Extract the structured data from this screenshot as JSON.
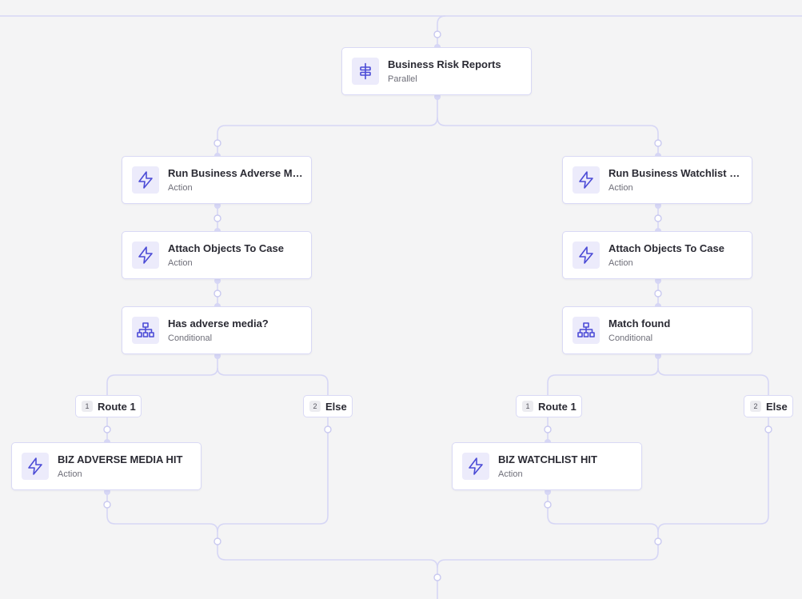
{
  "nodes": {
    "parallel": {
      "title": "Business Risk Reports",
      "subtitle": "Parallel",
      "icon": "parallel-icon"
    },
    "left_run": {
      "title": "Run Business Adverse Me...",
      "subtitle": "Action",
      "icon": "lightning-icon"
    },
    "left_attach": {
      "title": "Attach Objects To Case",
      "subtitle": "Action",
      "icon": "lightning-icon"
    },
    "left_cond": {
      "title": "Has adverse media?",
      "subtitle": "Conditional",
      "icon": "hierarchy-icon"
    },
    "left_hit": {
      "title": "BIZ ADVERSE MEDIA HIT",
      "subtitle": "Action",
      "icon": "lightning-icon"
    },
    "right_run": {
      "title": "Run Business Watchlist Re...",
      "subtitle": "Action",
      "icon": "lightning-icon"
    },
    "right_attach": {
      "title": "Attach Objects To Case",
      "subtitle": "Action",
      "icon": "lightning-icon"
    },
    "right_cond": {
      "title": "Match found",
      "subtitle": "Conditional",
      "icon": "hierarchy-icon"
    },
    "right_hit": {
      "title": "BIZ WATCHLIST HIT",
      "subtitle": "Action",
      "icon": "lightning-icon"
    }
  },
  "routes": {
    "left_route1": {
      "number": "1",
      "label": "Route 1"
    },
    "left_else": {
      "number": "2",
      "label": "Else"
    },
    "right_route1": {
      "number": "1",
      "label": "Route 1"
    },
    "right_else": {
      "number": "2",
      "label": "Else"
    }
  },
  "colors": {
    "background": "#f4f4f5",
    "wire": "#d6d6f5",
    "icon_stroke": "#4b4bd6",
    "icon_bg": "#ecebfb"
  }
}
